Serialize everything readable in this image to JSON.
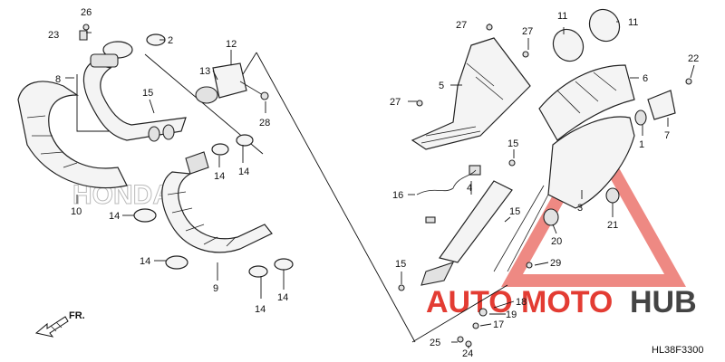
{
  "diagram": {
    "code": "HL38F3300",
    "direction_label": "FR.",
    "watermark_top": "AUTO",
    "watermark_mid": "MOTO",
    "watermark_end": "HUB",
    "logo_text": "HONDA",
    "colors": {
      "watermark": "#e0281e",
      "watermark_dark": "#3a3a3a",
      "outline": "#222222"
    }
  },
  "callouts": [
    {
      "id": "c26a",
      "label": "26"
    },
    {
      "id": "c23",
      "label": "23"
    },
    {
      "id": "c2",
      "label": "2"
    },
    {
      "id": "c8",
      "label": "8"
    },
    {
      "id": "c12",
      "label": "12"
    },
    {
      "id": "c13",
      "label": "13"
    },
    {
      "id": "c15a",
      "label": "15"
    },
    {
      "id": "c28",
      "label": "28"
    },
    {
      "id": "c14a",
      "label": "14"
    },
    {
      "id": "c14b",
      "label": "14"
    },
    {
      "id": "c10",
      "label": "10"
    },
    {
      "id": "c14c",
      "label": "14"
    },
    {
      "id": "c14d",
      "label": "14"
    },
    {
      "id": "c9",
      "label": "9"
    },
    {
      "id": "c14e",
      "label": "14"
    },
    {
      "id": "c14f",
      "label": "14"
    },
    {
      "id": "c27a",
      "label": "27"
    },
    {
      "id": "c27b",
      "label": "27"
    },
    {
      "id": "c27c",
      "label": "27"
    },
    {
      "id": "c5",
      "label": "5"
    },
    {
      "id": "c11a",
      "label": "11"
    },
    {
      "id": "c11b",
      "label": "11"
    },
    {
      "id": "c6",
      "label": "6"
    },
    {
      "id": "c22",
      "label": "22"
    },
    {
      "id": "c7",
      "label": "7"
    },
    {
      "id": "c1",
      "label": "1"
    },
    {
      "id": "c15b",
      "label": "15"
    },
    {
      "id": "c16",
      "label": "16"
    },
    {
      "id": "c4",
      "label": "4"
    },
    {
      "id": "c15c",
      "label": "15"
    },
    {
      "id": "c3",
      "label": "3"
    },
    {
      "id": "c21",
      "label": "21"
    },
    {
      "id": "c20",
      "label": "20"
    },
    {
      "id": "c15d",
      "label": "15"
    },
    {
      "id": "c29",
      "label": "29"
    },
    {
      "id": "c18",
      "label": "18"
    },
    {
      "id": "c19",
      "label": "19"
    },
    {
      "id": "c17",
      "label": "17"
    },
    {
      "id": "c25",
      "label": "25"
    },
    {
      "id": "c24",
      "label": "24"
    }
  ]
}
